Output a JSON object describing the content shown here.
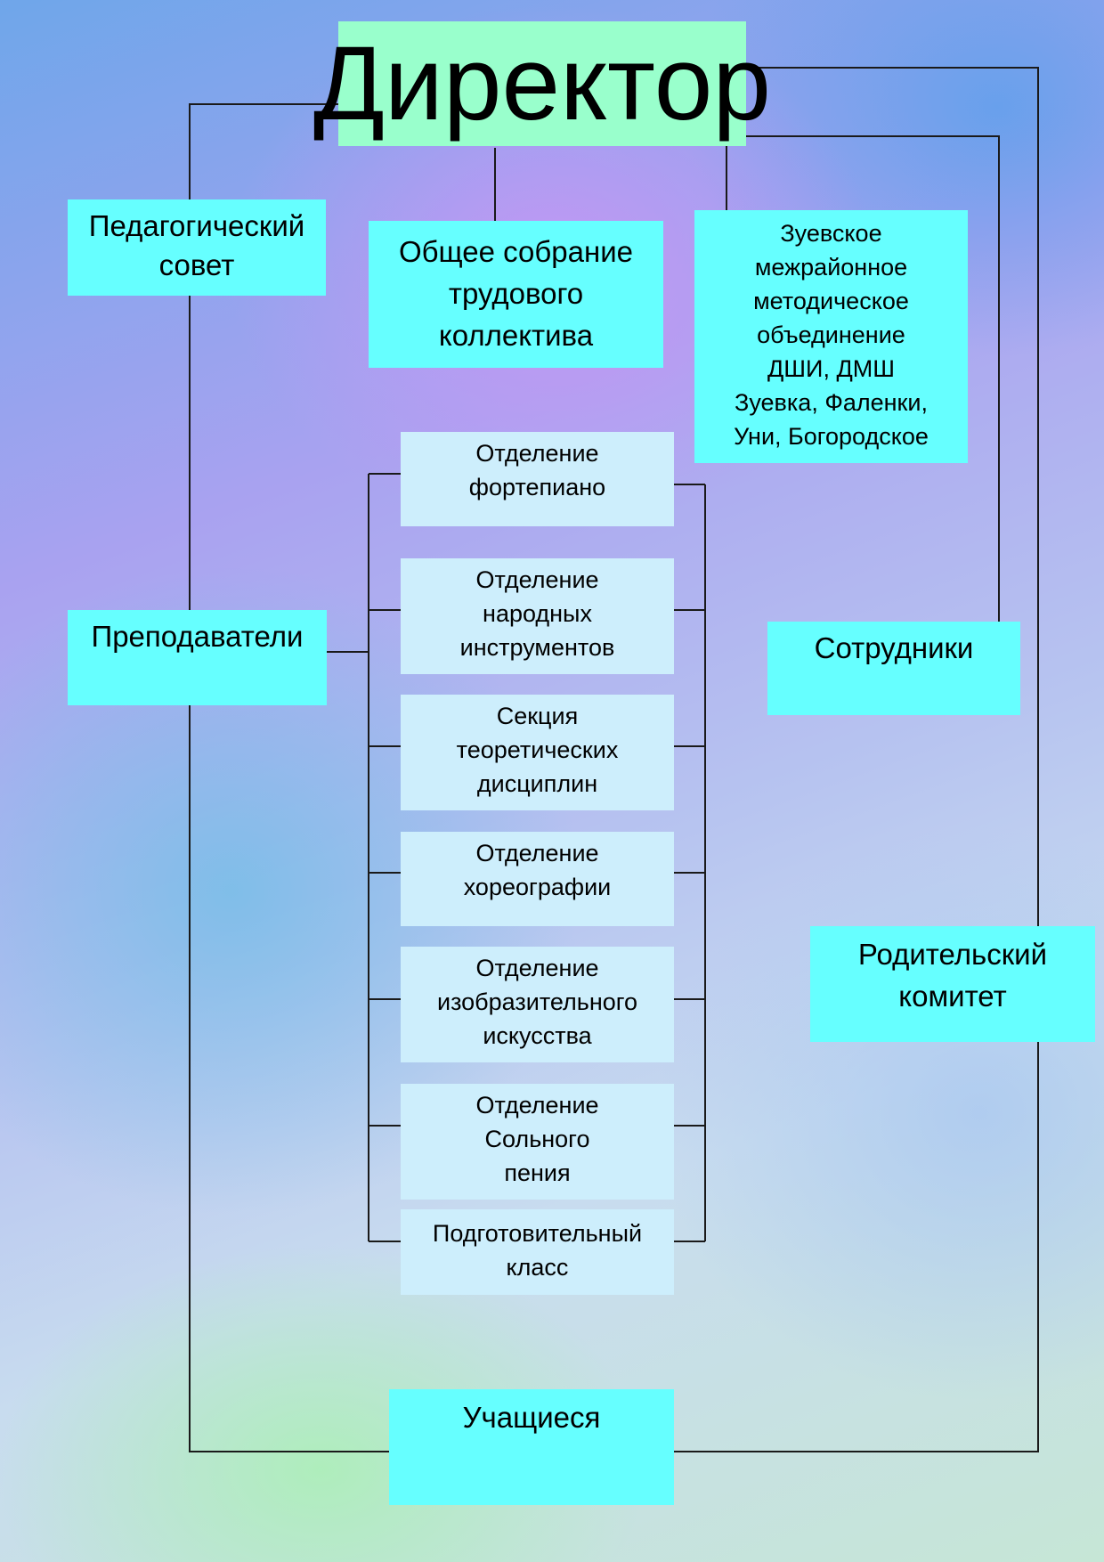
{
  "director": "Директор",
  "top_boxes": {
    "pedagogical_council": "Педагогический\nсовет",
    "general_meeting": "Общее собрание\nтрудового\nколлектива",
    "methodical_association": "Зуевское\nмежрайонное\nметодическое\nобъединение\nДШИ, ДМШ\nЗуевка, Фаленки,\nУни, Богородское"
  },
  "side_boxes": {
    "teachers": "Преподаватели",
    "staff": "Сотрудники",
    "parent_committee": "Родительский\nкомитет",
    "students": "Учащиеся"
  },
  "departments": [
    "Отделение\nфортепиано",
    "Отделение\nнародных\nинструментов",
    "Секция\nтеоретических\nдисциплин",
    "Отделение\nхореографии",
    "Отделение\nизобразительного\nискусства",
    "Отделение\nСольного\nпения",
    "Подготовительный\nкласс"
  ],
  "colors": {
    "director_box": "#99ffcc",
    "main_boxes": "#66ffff",
    "department_boxes": "#cdeefc",
    "connector_lines": "#1a1a1a"
  }
}
